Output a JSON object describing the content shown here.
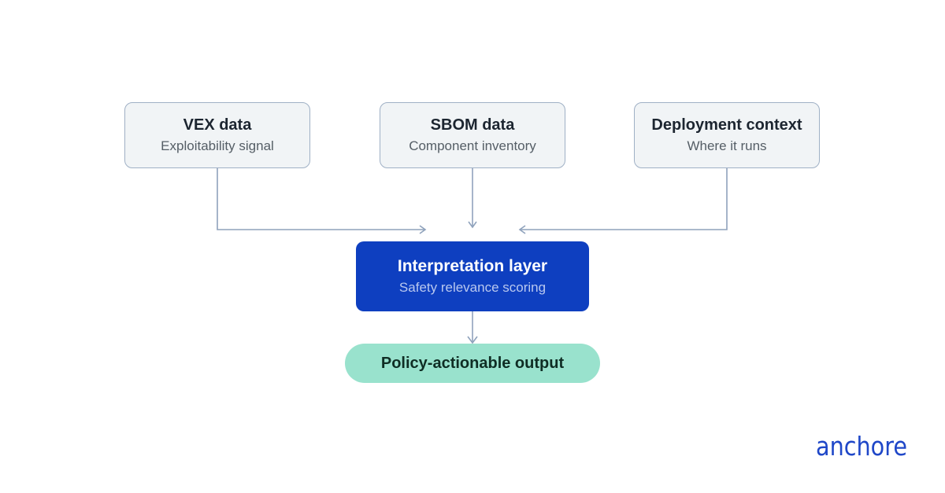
{
  "sources": [
    {
      "title": "VEX data",
      "subtitle": "Exploitability signal"
    },
    {
      "title": "SBOM data",
      "subtitle": "Component inventory"
    },
    {
      "title": "Deployment context",
      "subtitle": "Where it runs"
    }
  ],
  "interpretation": {
    "title": "Interpretation layer",
    "subtitle": "Safety relevance scoring"
  },
  "output": {
    "title": "Policy-actionable output"
  },
  "brand": {
    "name": "anchore",
    "color": "#1f47c8"
  },
  "colors": {
    "connector": "#8fa2bc",
    "source_fill": "#f1f4f6",
    "source_border": "#9fb0c5",
    "layer_fill": "#0e3fc0",
    "output_fill": "#99e2cd"
  }
}
